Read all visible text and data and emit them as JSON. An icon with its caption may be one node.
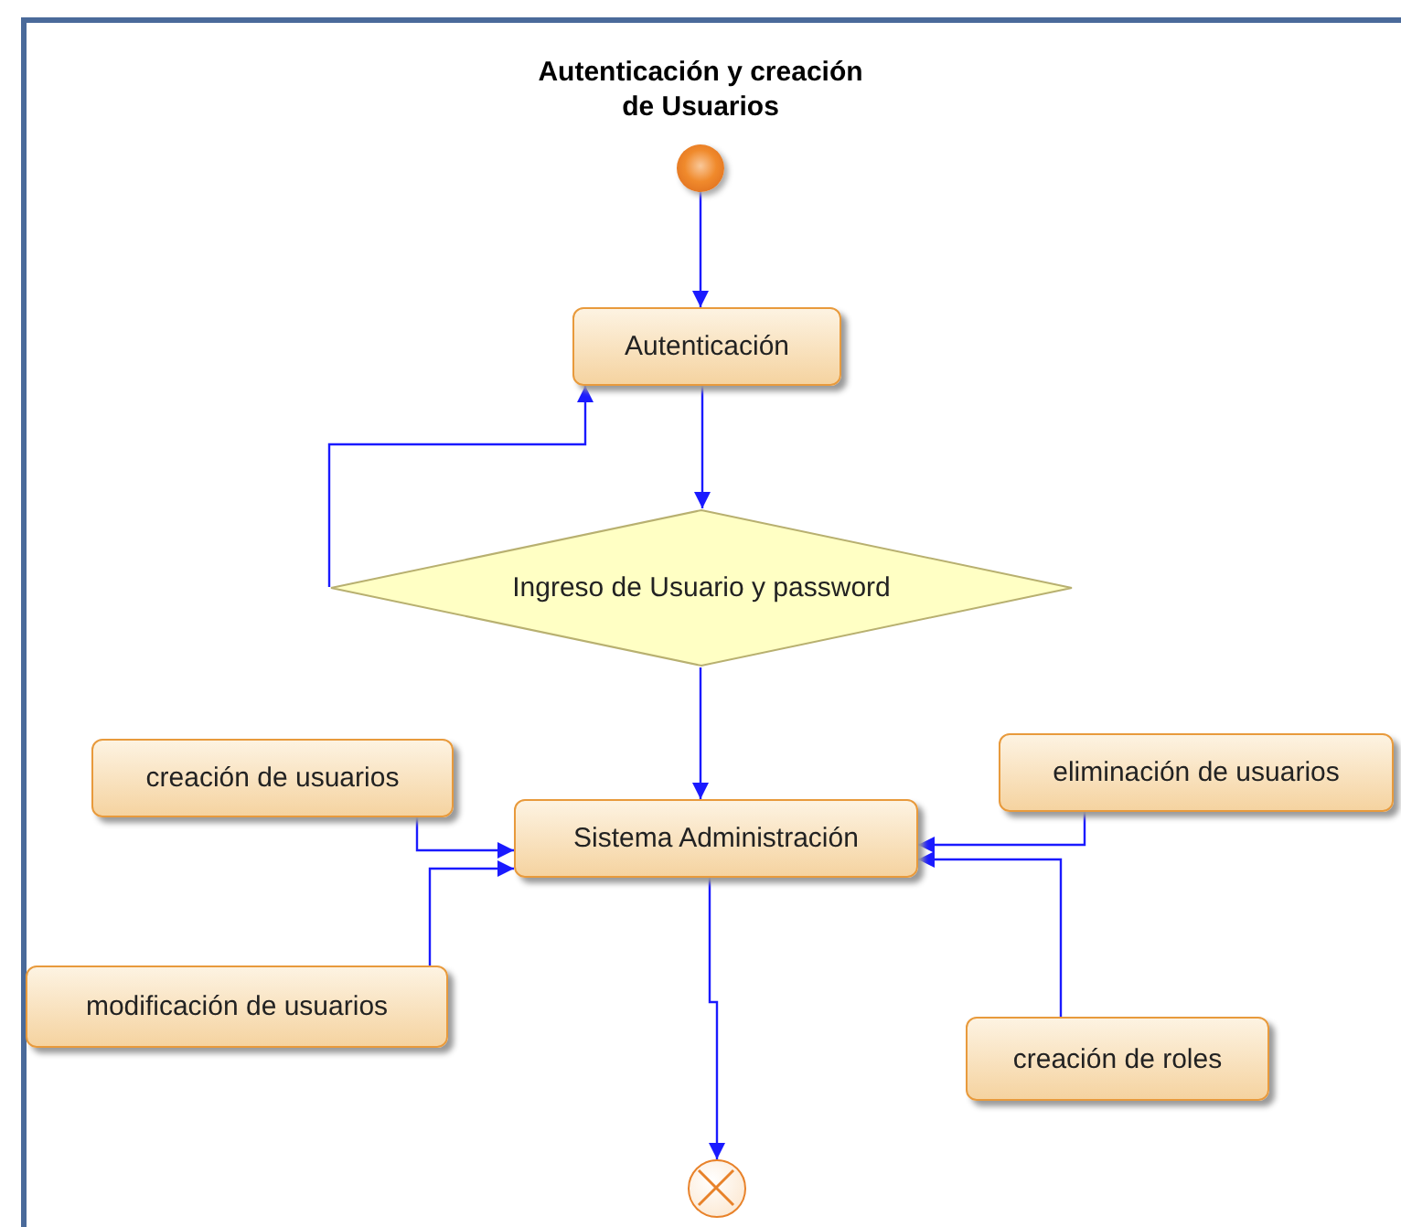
{
  "diagram": {
    "title": "Autenticación y creación de Usuarios",
    "nodes": [
      {
        "text": [],
        "shape": "circle"
      },
      {
        "text": [
          "Autenticación"
        ]
      },
      {
        "text": [
          "Ingreso de Usuario y password"
        ]
      },
      {
        "text": [
          "creación de usuarios"
        ]
      },
      {
        "text": [
          "eliminación de usuarios"
        ]
      },
      {
        "text": [
          "Sistema Administración"
        ]
      },
      {
        "text": [
          "modificación de usuarios"
        ]
      },
      {
        "text": [
          "creación de roles"
        ]
      },
      {
        "text": [],
        "shape": "circle"
      }
    ],
    "edges": [
      {
        "from": 0,
        "to": 1,
        "arrow": "to"
      },
      {
        "from": 1,
        "to": 2,
        "arrow": "to"
      },
      {
        "from": 2,
        "to": 1,
        "arrow": "to"
      },
      {
        "from": 2,
        "to": 5,
        "arrow": "to"
      },
      {
        "from": 3,
        "to": 5,
        "arrow": "to"
      },
      {
        "from": 6,
        "to": 5,
        "arrow": "to"
      },
      {
        "from": 4,
        "to": 5,
        "arrow": "to"
      },
      {
        "from": 7,
        "to": 5,
        "arrow": "to"
      },
      {
        "from": 5,
        "to": 8,
        "arrow": "to"
      }
    ]
  }
}
